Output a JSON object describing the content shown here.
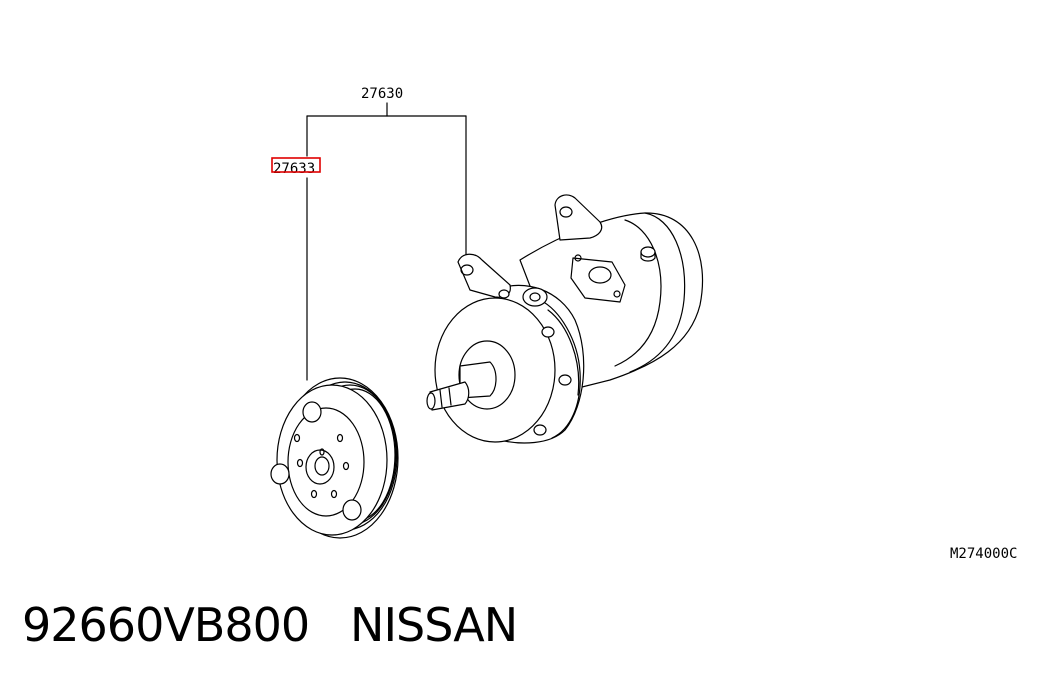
{
  "diagram": {
    "callouts": {
      "assembly_number": "27630",
      "sub_part_number": "27633"
    },
    "drawing_code": "M274000C",
    "highlight_color": "#e00000"
  },
  "caption": {
    "part_number": "92660VB800",
    "brand": "NISSAN",
    "separator": "   "
  }
}
